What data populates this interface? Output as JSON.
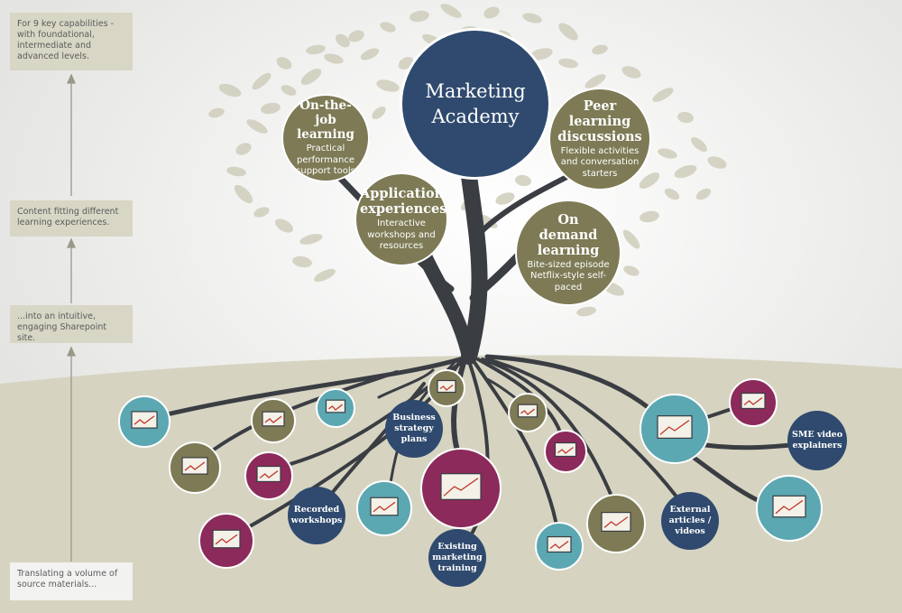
{
  "side_boxes": [
    {
      "text": "For 9 key capabilities - with foundational, intermediate and advanced levels."
    },
    {
      "text": "Content fitting different learning experiences."
    },
    {
      "text": "...into an intuitive, engaging Sharepoint site."
    },
    {
      "text": "Translating a volume of source materials..."
    }
  ],
  "main": {
    "title_line1": "Marketing",
    "title_line2": "Academy"
  },
  "branches": [
    {
      "title": "On-the-job learning",
      "sub": "Practical performance support tools"
    },
    {
      "title": "Application experiences",
      "sub": "Interactive workshops and resources"
    },
    {
      "title": "Peer learning discussions",
      "sub": "Flexible activities and conversation starters"
    },
    {
      "title": "On demand learning",
      "sub": "Bite-sized episode Netflix-style self-paced"
    }
  ],
  "roots": {
    "business": "Business strategy plans",
    "recorded": "Recorded workshops",
    "existing": "Existing marketing training",
    "external": "External articles / videos",
    "sme": "SME video explainers"
  },
  "colors": {
    "navy": "#2f4a6e",
    "olive": "#7d7a55",
    "teal": "#5ba7b2",
    "plum": "#8c2a5b",
    "trunk": "#3a3d42",
    "leaf": "#cfcdbb",
    "ground": "#d6d4c1"
  }
}
